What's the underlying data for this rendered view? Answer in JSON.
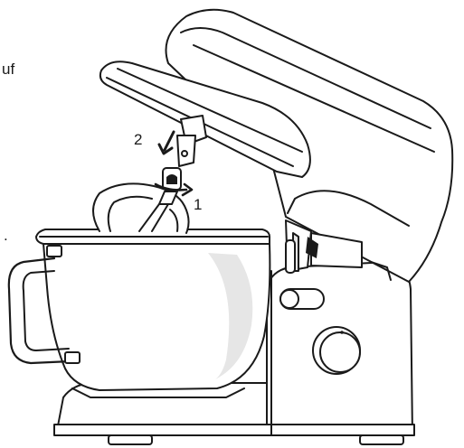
{
  "margin_text": {
    "top_fragment": "uf",
    "mid_fragment": "."
  },
  "steps": {
    "step_1": "1",
    "step_2": "2"
  },
  "colors": {
    "line": "#1a1a1a",
    "fill": "#ffffff",
    "shade": "#e6e6e6"
  }
}
